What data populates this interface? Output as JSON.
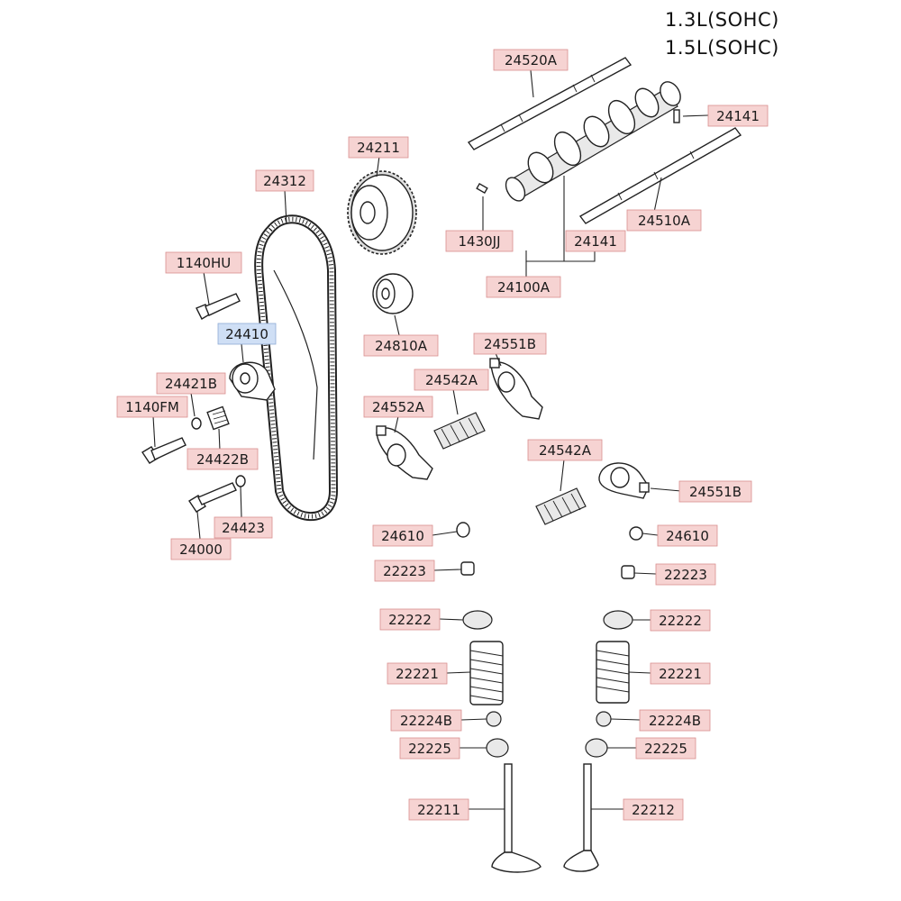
{
  "header": {
    "line1": "1.3L(SOHC)",
    "line2": "1.5L(SOHC)"
  },
  "callouts": [
    {
      "id": "24520A",
      "label": "24520A"
    },
    {
      "id": "24141a",
      "label": "24141"
    },
    {
      "id": "24211",
      "label": "24211"
    },
    {
      "id": "24312",
      "label": "24312"
    },
    {
      "id": "1430JJ",
      "label": "1430JJ"
    },
    {
      "id": "24141b",
      "label": "24141"
    },
    {
      "id": "24510A",
      "label": "24510A"
    },
    {
      "id": "1140HU",
      "label": "1140HU"
    },
    {
      "id": "24100A",
      "label": "24100A"
    },
    {
      "id": "24410",
      "label": "24410",
      "selected": true
    },
    {
      "id": "24810A",
      "label": "24810A"
    },
    {
      "id": "24551Ba",
      "label": "24551B"
    },
    {
      "id": "24421B",
      "label": "24421B"
    },
    {
      "id": "24542Aa",
      "label": "24542A"
    },
    {
      "id": "1140FM",
      "label": "1140FM"
    },
    {
      "id": "24552A",
      "label": "24552A"
    },
    {
      "id": "24422B",
      "label": "24422B"
    },
    {
      "id": "24542Ab",
      "label": "24542A"
    },
    {
      "id": "24551Bb",
      "label": "24551B"
    },
    {
      "id": "24423",
      "label": "24423"
    },
    {
      "id": "24000",
      "label": "24000"
    },
    {
      "id": "24610a",
      "label": "24610"
    },
    {
      "id": "24610b",
      "label": "24610"
    },
    {
      "id": "22223a",
      "label": "22223"
    },
    {
      "id": "22223b",
      "label": "22223"
    },
    {
      "id": "22222a",
      "label": "22222"
    },
    {
      "id": "22222b",
      "label": "22222"
    },
    {
      "id": "22221a",
      "label": "22221"
    },
    {
      "id": "22221b",
      "label": "22221"
    },
    {
      "id": "22224Ba",
      "label": "22224B"
    },
    {
      "id": "22224Bb",
      "label": "22224B"
    },
    {
      "id": "22225a",
      "label": "22225"
    },
    {
      "id": "22225b",
      "label": "22225"
    },
    {
      "id": "22211",
      "label": "22211"
    },
    {
      "id": "22212",
      "label": "22212"
    }
  ]
}
